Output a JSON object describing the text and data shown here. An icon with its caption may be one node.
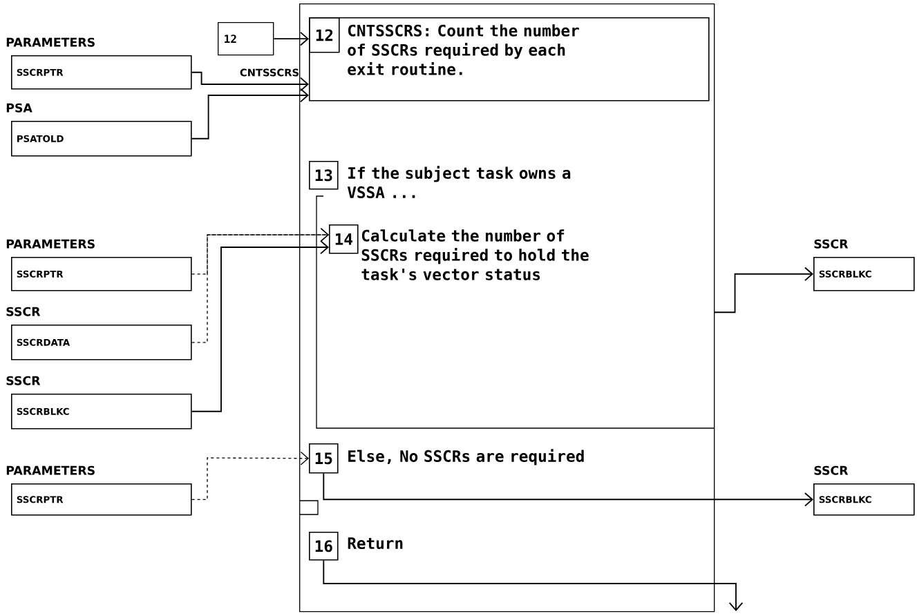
{
  "diagram": {
    "nodes": [
      {
        "text": [],
        "shape": "box"
      },
      {
        "text": [
          "CNTSSCRS: Count the number of SSCRs required by each exit routine."
        ],
        "in": 0
      },
      {
        "text": [
          "12"
        ],
        "in": 1
      },
      {
        "text": [
          "13"
        ],
        "beside": [
          "If the subject task owns a VSSA ..."
        ],
        "in": 0
      },
      {
        "text": [],
        "shape": "bracket",
        "in": 0
      },
      {
        "text": [
          "14"
        ],
        "beside": [
          "Calculate the number of SSCRs required to hold the task's vector status"
        ],
        "in": 4
      },
      {
        "text": [
          "15"
        ],
        "beside": [
          "Else, No SSCRs are required"
        ],
        "in": 0
      },
      {
        "text": [
          "16"
        ],
        "beside": [
          "Return"
        ],
        "in": 0
      },
      {
        "text": [
          "12"
        ],
        "beside": [
          "CNTSSCRS"
        ]
      },
      {
        "text": [
          "PARAMETERS",
          "SSCRPTR"
        ]
      },
      {
        "text": [
          "PSA",
          "PSATOLD"
        ]
      },
      {
        "text": [
          "PARAMETERS",
          "SSCRPTR"
        ]
      },
      {
        "text": [
          "SSCR",
          "SSCRDATA"
        ]
      },
      {
        "text": [
          "SSCR",
          "SSCRBLKC"
        ]
      },
      {
        "text": [
          "PARAMETERS",
          "SSCRPTR"
        ]
      },
      {
        "text": [
          "SSCR",
          "SSCRBLKC"
        ]
      },
      {
        "text": [
          "SSCR",
          "SSCRBLKC"
        ]
      }
    ],
    "edges": [
      {
        "from": 8,
        "to": 1,
        "arrow": "to"
      },
      {
        "from": 9,
        "to": 1,
        "arrow": "to"
      },
      {
        "from": 10,
        "to": 1,
        "arrow": "to"
      },
      {
        "from": 11,
        "to": 5,
        "arrow": "to",
        "style": "dashed"
      },
      {
        "from": 12,
        "to": 5,
        "arrow": "to",
        "style": "dashed"
      },
      {
        "from": 13,
        "to": 5,
        "arrow": "to"
      },
      {
        "from": 14,
        "to": 6,
        "arrow": "to",
        "style": "dashed"
      },
      {
        "from": 4,
        "to": 15,
        "arrow": "to"
      },
      {
        "from": 6,
        "to": 16,
        "arrow": "to"
      },
      {
        "from": 7,
        "to": null,
        "arrow": "to"
      }
    ]
  }
}
